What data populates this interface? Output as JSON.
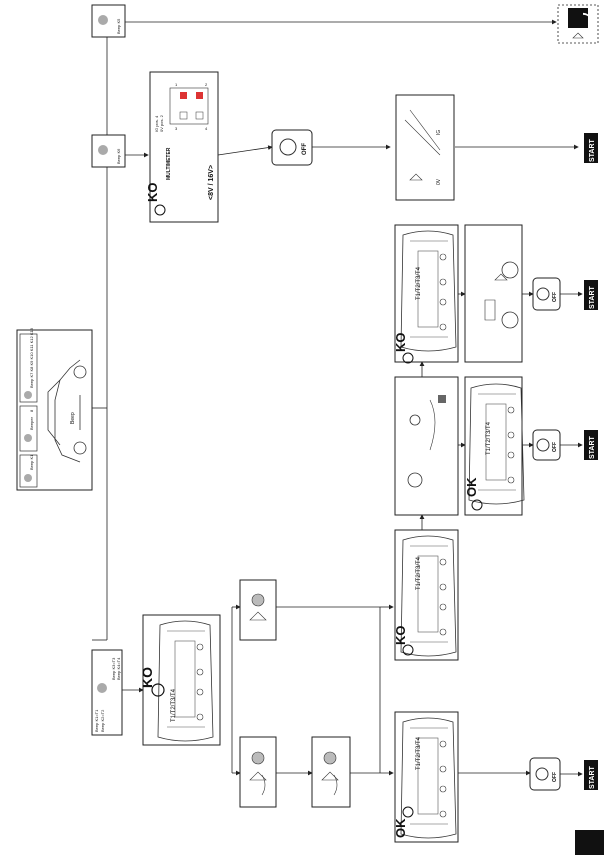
{
  "page_number": "7",
  "top_box": {
    "cells": [
      {
        "id": "beep-k1",
        "label": "Beep K1"
      },
      {
        "id": "beep-removal",
        "label": "Beeper",
        "num": "8"
      },
      {
        "id": "beep-k7",
        "label": "Beep K7 K8 K9 K10 K11 K12 K13"
      }
    ],
    "car_label": "Beep"
  },
  "beep_t_box": {
    "lines": [
      "Beep K1=T1",
      "Beep K2=T2",
      "Beep K3=T3",
      "Beep K4=T4"
    ]
  },
  "beep_k5_label": "Beep K5",
  "beep_k6_label": "Beep K6",
  "multimeter": {
    "title": "MULTIMETER",
    "voltage": "<8V / 16V>",
    "pin_a": "IG pos. 4",
    "pin_b": "0V pos. 2",
    "pin_nums": [
      "1",
      "2",
      "3",
      "4"
    ]
  },
  "status": {
    "ko": "KO",
    "ok": "OK"
  },
  "sensor_label": "T1/T2/T3/T4",
  "ig_label": "IG",
  "zero_v": "0V",
  "off_label": "OFF",
  "start_label": "START"
}
